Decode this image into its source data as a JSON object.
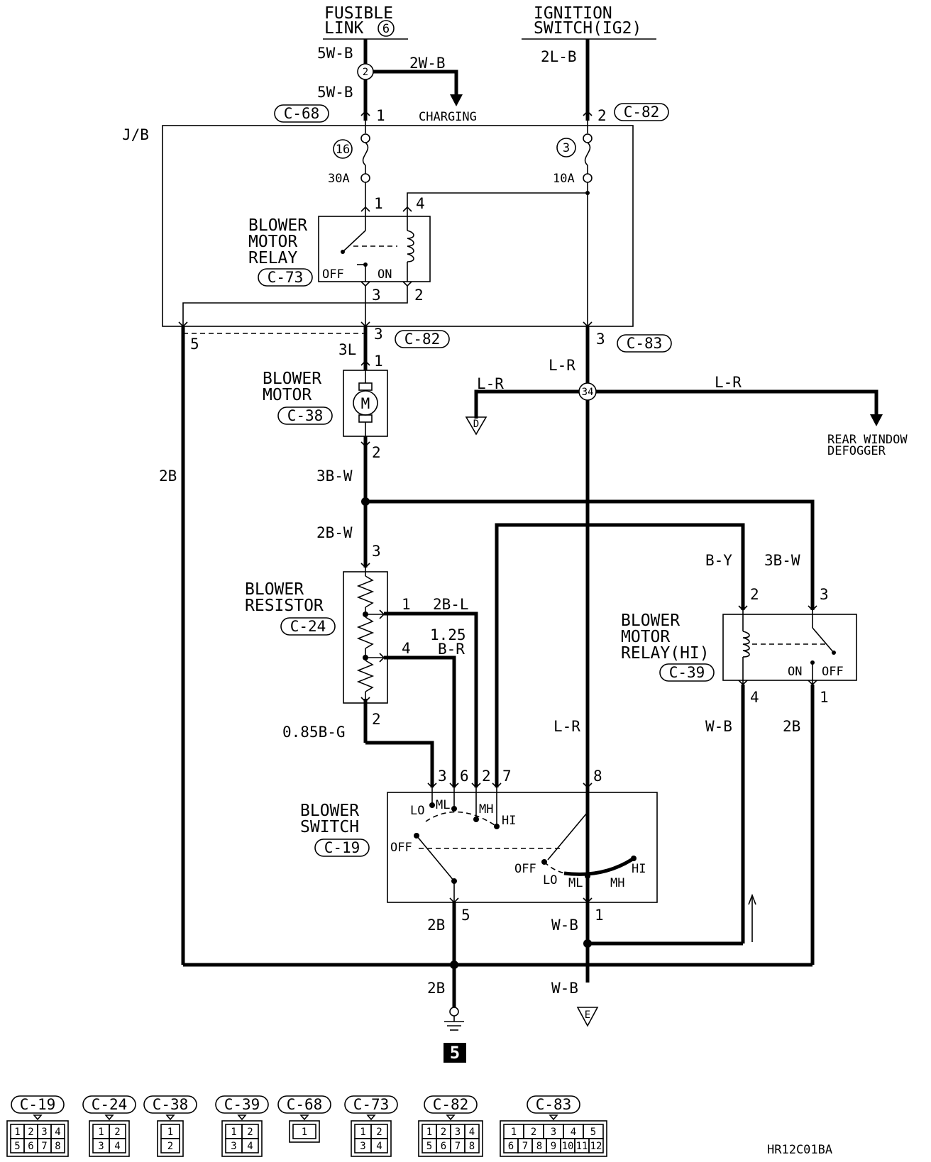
{
  "sources": {
    "fusible_link": [
      "FUSIBLE",
      "LINK",
      "6"
    ],
    "ignition_switch": [
      "IGNITION",
      "SWITCH(IG2)"
    ]
  },
  "wires": {
    "w_5wb_top": "5W-B",
    "w_5wb": "5W-B",
    "w_2wb": "2W-B",
    "w_2lb": "2L-B",
    "w_3l": "3L",
    "w_lr_1": "L-R",
    "w_lr_2": "L-R",
    "w_lr_3": "L-R",
    "w_lr_4": "L-R",
    "w_2b_left": "2B",
    "w_3bw_1": "3B-W",
    "w_2bw": "2B-W",
    "w_by": "B-Y",
    "w_3bw_2": "3B-W",
    "w_2bl": "2B-L",
    "w_125": "1.25",
    "w_br": "B-R",
    "w_085bg": "0.85B-G",
    "w_wb_1": "W-B",
    "w_2b_right": "2B",
    "w_2b_sw": "2B",
    "w_wb_sw": "W-B",
    "w_2b_gnd": "2B",
    "w_wb_gnd": "W-B"
  },
  "destinations": {
    "charging": "CHARGING",
    "rear_defogger": [
      "REAR WINDOW",
      "DEFOGGER"
    ],
    "d": "D",
    "e": "E"
  },
  "junction_block": {
    "label": "J/B",
    "fuse_16": "16",
    "fuse_16_rating": "30A",
    "fuse_3": "3",
    "fuse_3_rating": "10A",
    "splice_2": "2",
    "splice_34": "34"
  },
  "components": {
    "blower_motor_relay": {
      "name": [
        "BLOWER",
        "MOTOR",
        "RELAY"
      ],
      "connector": "C-73",
      "off": "OFF",
      "on": "ON"
    },
    "blower_motor": {
      "name": [
        "BLOWER",
        "MOTOR"
      ],
      "connector": "C-38"
    },
    "blower_resistor": {
      "name": [
        "BLOWER",
        "RESISTOR"
      ],
      "connector": "C-24"
    },
    "blower_motor_relay_hi": {
      "name": [
        "BLOWER",
        "MOTOR",
        "RELAY(HI)"
      ],
      "connector": "C-39",
      "on": "ON",
      "off": "OFF"
    },
    "blower_switch": {
      "name": [
        "BLOWER",
        "SWITCH"
      ],
      "connector": "C-19",
      "positions_a": [
        "LO",
        "ML",
        "MH",
        "HI",
        "OFF"
      ],
      "positions_b": [
        "OFF",
        "LO",
        "ML",
        "MH",
        "HI"
      ]
    }
  },
  "connectors": {
    "c68": "C-68",
    "c82_top": "C-82",
    "c82_mid": "C-82",
    "c83": "C-83"
  },
  "pins": {
    "c68_1": "1",
    "c82_2": "2",
    "relay_1": "1",
    "relay_4": "4",
    "relay_3": "3",
    "relay_2": "2",
    "jb_5": "5",
    "c82_3": "3",
    "c83_3": "3",
    "motor_1": "1",
    "motor_2": "2",
    "res_3": "3",
    "res_1": "1",
    "res_4": "4",
    "res_2": "2",
    "hi_2": "2",
    "hi_3": "3",
    "hi_4": "4",
    "hi_1": "1",
    "sw_3": "3",
    "sw_6": "6",
    "sw_2": "2",
    "sw_7": "7",
    "sw_8": "8",
    "sw_5": "5",
    "sw_1": "1"
  },
  "ground_number": "5",
  "legend": [
    {
      "name": "C-19",
      "cells": [
        [
          "1",
          "2",
          "3",
          "4"
        ],
        [
          "5",
          "6",
          "7",
          "8"
        ]
      ]
    },
    {
      "name": "C-24",
      "cells": [
        [
          "1",
          "2"
        ],
        [
          "3",
          "4"
        ]
      ]
    },
    {
      "name": "C-38",
      "cells": [
        [
          "1"
        ],
        [
          "2"
        ]
      ]
    },
    {
      "name": "C-39",
      "cells": [
        [
          "1",
          "2"
        ],
        [
          "3",
          "4"
        ]
      ]
    },
    {
      "name": "C-68",
      "cells": [
        [
          "1"
        ]
      ]
    },
    {
      "name": "C-73",
      "cells": [
        [
          "1",
          "2"
        ],
        [
          "3",
          "4"
        ]
      ]
    },
    {
      "name": "C-82",
      "cells": [
        [
          "1",
          "2",
          "3",
          "4"
        ],
        [
          "5",
          "6",
          "7",
          "8"
        ]
      ]
    },
    {
      "name": "C-83",
      "cells": [
        [
          "1",
          "2",
          "3",
          "4",
          "5"
        ],
        [
          "6",
          "7",
          "8",
          "9",
          "10",
          "11",
          "12"
        ]
      ]
    }
  ],
  "figure_code": "HR12C01BA"
}
